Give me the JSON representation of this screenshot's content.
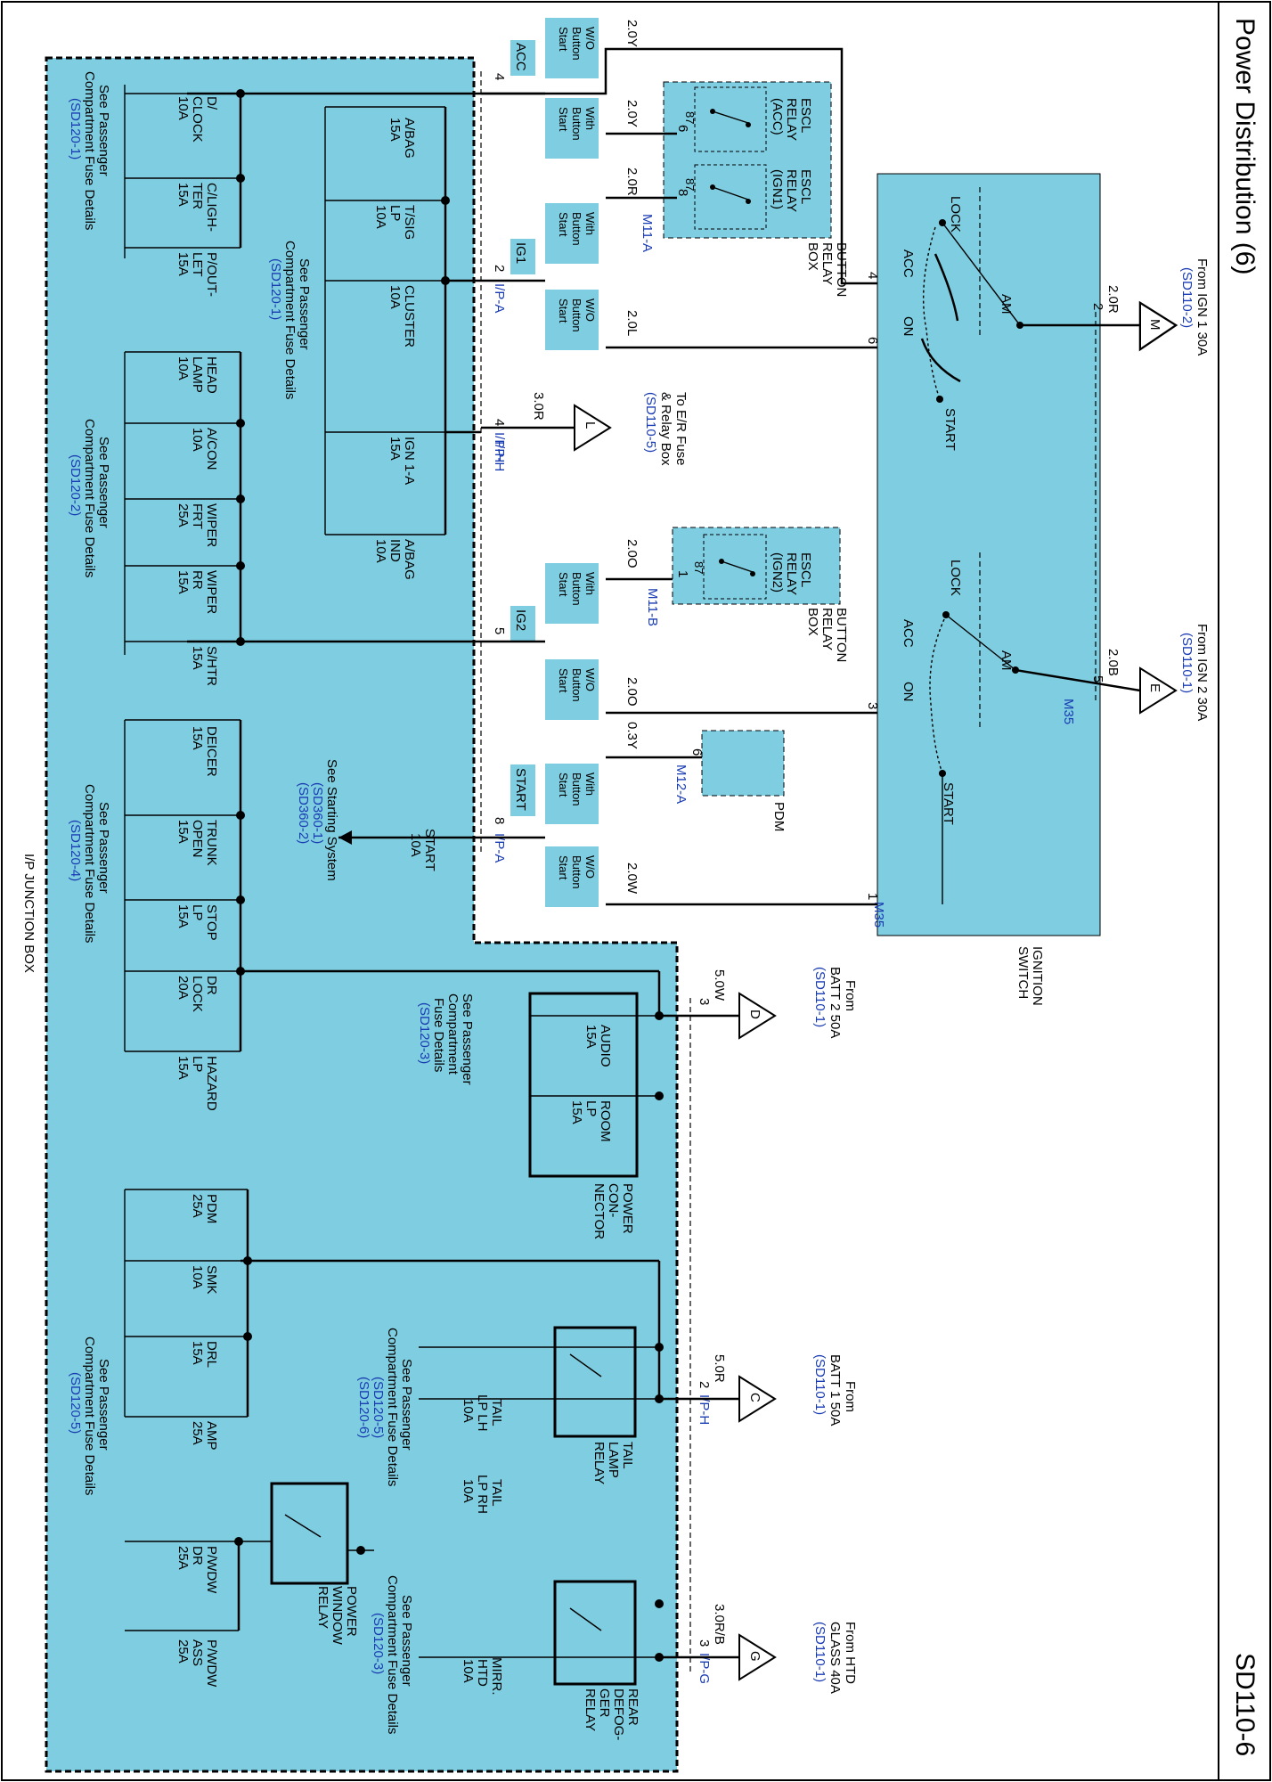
{
  "page": {
    "title": "Power Distribution (6)",
    "code": "SD110-6"
  },
  "ignition_switch": {
    "label_1": "IGNITION",
    "label_2": "SWITCH",
    "connector": "M35",
    "upper": {
      "lock": "LOCK",
      "acc": "ACC",
      "on": "ON",
      "start": "START",
      "am": "AM"
    },
    "lower": {
      "lock": "LOCK",
      "acc": "ACC",
      "on": "ON",
      "start": "START",
      "am": "AM"
    }
  },
  "sources": [
    {
      "symbol": "M",
      "lines": [
        "From IGN 1 30A",
        "(SD110-2)"
      ],
      "wire": "2.0R",
      "pin": "2"
    },
    {
      "symbol": "E",
      "lines": [
        "From IGN 2 30A",
        "(SD110-1)"
      ],
      "wire": "2.0B",
      "pin": "5"
    },
    {
      "symbol": "D",
      "lines": [
        "From",
        "BATT 2 50A",
        "(SD110-1)"
      ],
      "wire": "5.0W",
      "pin": "3"
    },
    {
      "symbol": "C",
      "lines": [
        "From",
        "BATT 1 50A",
        "(SD110-1)"
      ],
      "wire": "5.0R",
      "pin": "2",
      "connector": "I/P-H"
    },
    {
      "symbol": "G",
      "lines": [
        "From HTD",
        "GLASS 40A",
        "(SD110-1)"
      ],
      "wire": "3.0R/B",
      "pin": "3",
      "connector": "I/P-G"
    },
    {
      "symbol": "L",
      "lines": [
        "To E/R Fuse",
        "& Relay Box",
        "(SD110-5)"
      ],
      "wire": "3.0R",
      "pin": "4",
      "connector": "I/P-H"
    }
  ],
  "relays": {
    "escl_acc": [
      "ESCL",
      "RELAY",
      "(ACC)"
    ],
    "escl_ign1": [
      "ESCL",
      "RELAY",
      "(IGN1)"
    ],
    "escl_ign2": [
      "ESCL",
      "RELAY",
      "(IGN2)"
    ],
    "button_relay_box": [
      "BUTTON",
      "RELAY",
      "BOX"
    ],
    "button_relay_box_2": [
      "BUTTON",
      "RELAY",
      "BOX"
    ],
    "pin_87": "87",
    "m11a": "M11-A",
    "m11b": "M11-B",
    "m12a": "M12-A",
    "pdm": "PDM"
  },
  "options": {
    "wo": [
      "W/O",
      "Button",
      "Start"
    ],
    "with": [
      "With",
      "Button",
      "Start"
    ]
  },
  "wires": {
    "w2_0y": "2.0Y",
    "w2_0r": "2.0R",
    "w2_0l": "2.0L",
    "w2_0o": "2.0O",
    "w0_3y": "0.3Y",
    "w2_0w": "2.0W",
    "p4": "4",
    "p6": "6",
    "p8": "8",
    "p3": "3",
    "p1": "1",
    "p5": "5",
    "p2": "2"
  },
  "circuits": {
    "acc": "ACC",
    "ig1": "IG1",
    "ig2": "IG2",
    "start": "START",
    "ipa": "I/P-A",
    "iph": "I/P-H",
    "ipa2": "I/P-A"
  },
  "fuses_group1": [
    [
      "D/",
      "CLOCK",
      "10A"
    ],
    [
      "C/LIGH-",
      "TER",
      "15A"
    ],
    [
      "P/OUT-",
      "LET",
      "15A"
    ]
  ],
  "fuses_group2": [
    [
      "A/BAG",
      "15A"
    ],
    [
      "T/SIG",
      "LP",
      "10A"
    ],
    [
      "CLUSTER",
      "10A"
    ],
    [
      "IGN 1-A",
      "15A"
    ],
    [
      "A/BAG",
      "IND",
      "10A"
    ]
  ],
  "fuses_group3": [
    [
      "HEAD",
      "LAMP",
      "10A"
    ],
    [
      "A/CON",
      "10A"
    ],
    [
      "WIPER",
      "FRT",
      "25A"
    ],
    [
      "WIPER",
      "RR",
      "15A"
    ],
    [
      "S/HTR",
      "15A"
    ]
  ],
  "fuses_group4": [
    [
      "DEICER",
      "15A"
    ],
    [
      "TRUNK",
      "OPEN",
      "15A"
    ],
    [
      "STOP",
      "LP",
      "15A"
    ],
    [
      "DR",
      "LOCK",
      "20A"
    ],
    [
      "HAZARD",
      "LP",
      "15A"
    ]
  ],
  "start_fuse": [
    "START",
    "10A"
  ],
  "starting_system": [
    "See Starting System",
    "(SD360-1)",
    "(SD360-2)"
  ],
  "power_connector": {
    "label": [
      "POWER",
      "CON-",
      "NECTOR"
    ],
    "fuses": [
      [
        "AUDIO",
        "15A"
      ],
      [
        "ROOM",
        "LP",
        "15A"
      ]
    ],
    "see": [
      "See Passenger",
      "Compartment",
      "Fuse Details",
      "(SD120-3)"
    ]
  },
  "fuses_group5": [
    [
      "PDM",
      "25A"
    ],
    [
      "SMK",
      "10A"
    ],
    [
      "DRL",
      "15A"
    ],
    [
      "AMP",
      "25A"
    ]
  ],
  "tail_lamp": {
    "label": [
      "TAIL",
      "LAMP",
      "RELAY"
    ],
    "fuses": [
      [
        "TAIL",
        "LP LH",
        "10A"
      ],
      [
        "TAIL",
        "LP RH",
        "10A"
      ]
    ],
    "see": [
      "See Passenger",
      "Compartment Fuse Details",
      "(SD120-5)",
      "(SD120-6)"
    ]
  },
  "power_window": {
    "label": [
      "POWER",
      "WINDOW",
      "RELAY"
    ],
    "fuses": [
      [
        "P/WDW",
        "DR",
        "25A"
      ],
      [
        "P/WDW",
        "ASS",
        "25A"
      ]
    ]
  },
  "rear_defog": {
    "label": [
      "REAR",
      "DEFOG-",
      "GER",
      "RELAY"
    ],
    "fuses": [
      [
        "MIRR.",
        "HTD",
        "10A"
      ]
    ],
    "see": [
      "See Passenger",
      "Compartment Fuse Details",
      "(SD120-3)"
    ]
  },
  "see_refs": {
    "sd120_1a": [
      "See Passenger",
      "Compartment Fuse Details",
      "(SD120-1)"
    ],
    "sd120_1b": [
      "See Passenger",
      "Compartment Fuse Details",
      "(SD120-1)"
    ],
    "sd120_2": [
      "See Passenger",
      "Compartment Fuse Details",
      "(SD120-2)"
    ],
    "sd120_4": [
      "See Passenger",
      "Compartment Fuse Details",
      "(SD120-4)"
    ],
    "sd120_5": [
      "See Passenger",
      "Compartment Fuse Details",
      "(SD120-5)"
    ]
  },
  "junction_box": "I/P JUNCTION BOX",
  "colors": {
    "fill": "#7ecde0",
    "link": "#1a3cb3"
  }
}
